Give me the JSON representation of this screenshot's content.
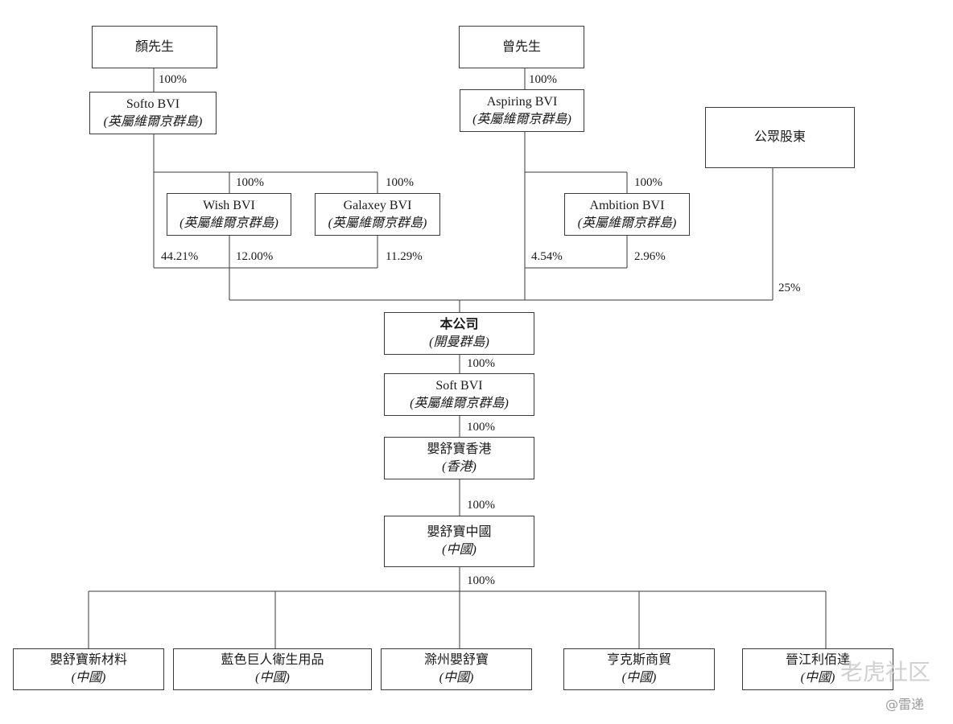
{
  "shareholders": {
    "mr_yan": "顏先生",
    "mr_zeng": "曾先生",
    "public": "公眾股東"
  },
  "entities": {
    "softo": {
      "name": "Softo BVI",
      "place": "(英屬維爾京群島)"
    },
    "aspiring": {
      "name": "Aspiring BVI",
      "place": "(英屬維爾京群島)"
    },
    "wish": {
      "name": "Wish BVI",
      "place": "(英屬維爾京群島)"
    },
    "galaxey": {
      "name": "Galaxey BVI",
      "place": "(英屬維爾京群島)"
    },
    "ambition": {
      "name": "Ambition BVI",
      "place": "(英屬維爾京群島)"
    },
    "company": {
      "name": "本公司",
      "place": "(開曼群島)"
    },
    "soft": {
      "name": "Soft BVI",
      "place": "(英屬維爾京群島)"
    },
    "hk": {
      "name": "嬰舒寶香港",
      "place": "(香港)"
    },
    "china": {
      "name": "嬰舒寶中國",
      "place": "(中國)"
    }
  },
  "subsidiaries": [
    {
      "name": "嬰舒寶新材料",
      "place": "(中國)"
    },
    {
      "name": "藍色巨人衛生用品",
      "place": "(中國)"
    },
    {
      "name": "滁州嬰舒寶",
      "place": "(中國)"
    },
    {
      "name": "亨克斯商貿",
      "place": "(中國)"
    },
    {
      "name": "晉江利佰達",
      "place": "(中國)"
    }
  ],
  "percentages": {
    "yan_softo": "100%",
    "zeng_aspiring": "100%",
    "softo_wish": "100%",
    "softo_galaxey": "100%",
    "aspiring_ambition": "100%",
    "softo_company": "44.21%",
    "wish_company": "12.00%",
    "galaxey_company": "11.29%",
    "aspiring_company": "4.54%",
    "ambition_company": "2.96%",
    "public_company": "25%",
    "company_soft": "100%",
    "soft_hk": "100%",
    "hk_china": "100%",
    "china_subs": "100%"
  },
  "watermark": {
    "brand": "老虎社区",
    "handle": "@雷递"
  }
}
